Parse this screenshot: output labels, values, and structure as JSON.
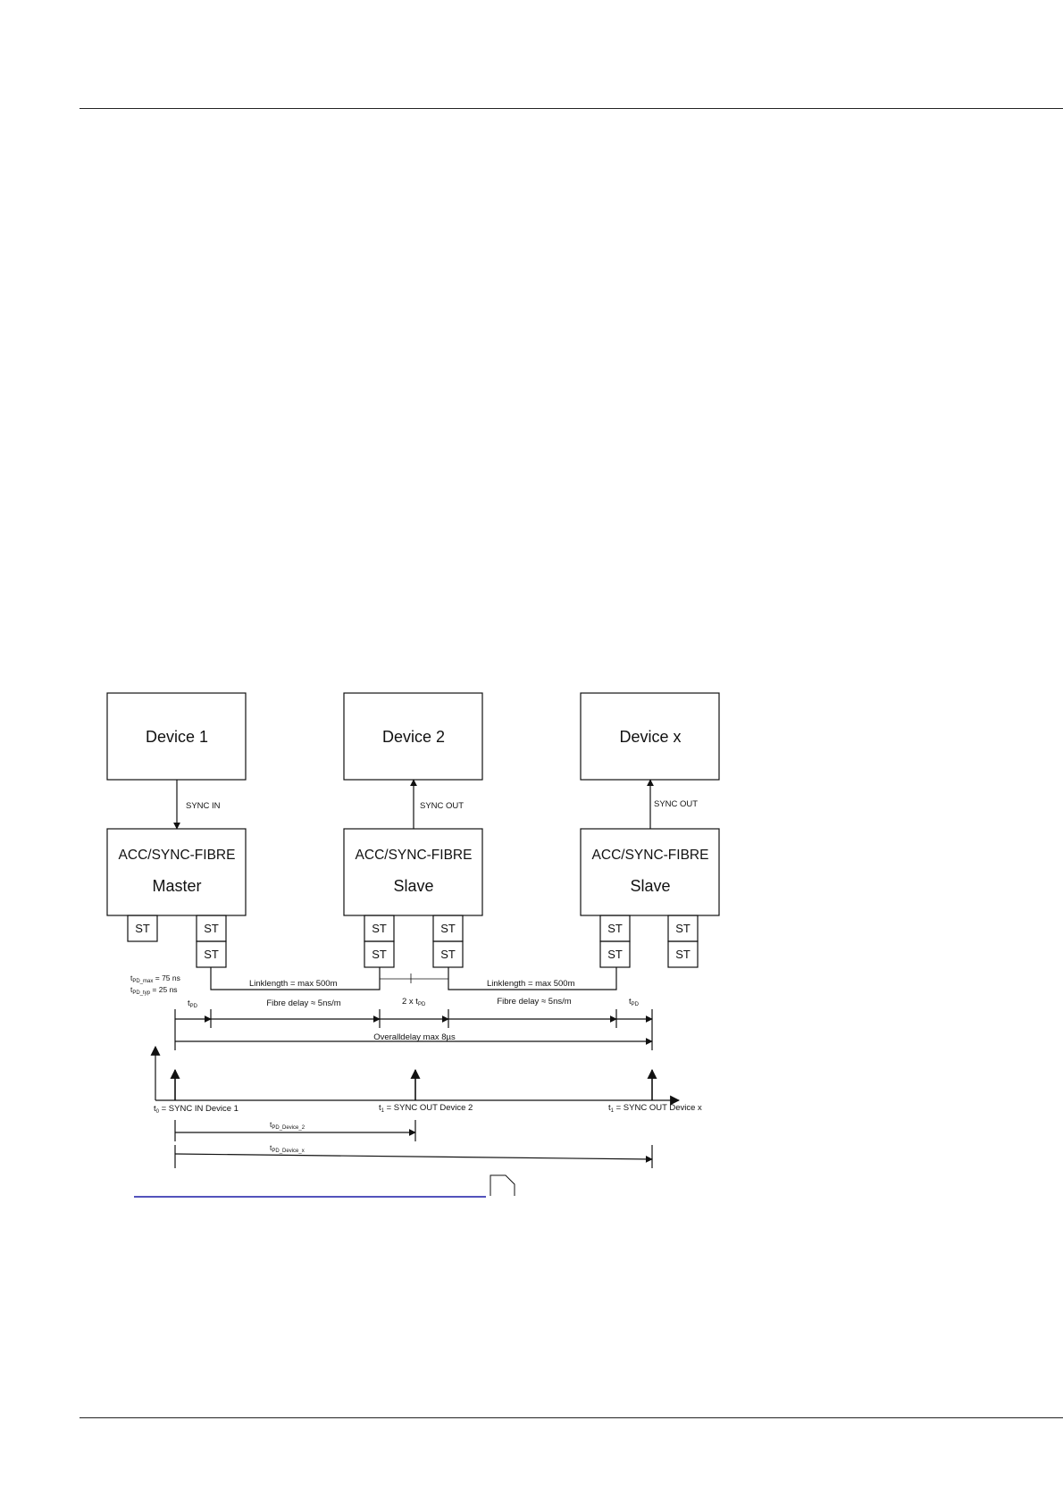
{
  "devices": [
    {
      "name": "Device 1",
      "signal": "SYNC IN",
      "module": "ACC/SYNC-FIBRE",
      "role": "Master"
    },
    {
      "name": "Device 2",
      "signal": "SYNC OUT",
      "module": "ACC/SYNC-FIBRE",
      "role": "Slave"
    },
    {
      "name": "Device x",
      "signal": "SYNC OUT",
      "module": "ACC/SYNC-FIBRE",
      "role": "Slave"
    }
  ],
  "connector_label": "ST",
  "links": [
    {
      "label": "Linklength  = max 500m"
    },
    {
      "label": "Linklength  = max 500m"
    }
  ],
  "tpd_specs": [
    {
      "symbol": "t",
      "sub": "PD_max",
      "rest": " = 75 ns"
    },
    {
      "symbol": "t",
      "sub": "PD_typ",
      "rest": " = 25 ns"
    }
  ],
  "delays": {
    "tpd_left": {
      "symbol": "t",
      "sub": "PD"
    },
    "fibre_left": "Fibre delay ≈ 5ns/m",
    "double_tpd": {
      "prefix": "2 x t",
      "sub": "PD"
    },
    "fibre_right": "Fibre delay ≈ 5ns/m",
    "tpd_right": {
      "symbol": "t",
      "sub": "PD"
    },
    "overall": "Overalldelay max 8µs"
  },
  "timeline": {
    "t0": {
      "symbol": "t",
      "sub": "0",
      "rest": " = SYNC IN Device 1"
    },
    "t1": {
      "symbol": "t",
      "sub": "1",
      "rest": " = SYNC OUT Device 2"
    },
    "tx": {
      "symbol": "t",
      "sub": "1",
      "rest": " = SYNC OUT Device x"
    },
    "tpd_device_2": {
      "symbol": "t",
      "sub": "PD_Device_2"
    },
    "tpd_device_x": {
      "symbol": "t",
      "sub": "PD_Device_x"
    }
  },
  "colors": {
    "line": "#111111",
    "link": "#1a1aa6"
  }
}
